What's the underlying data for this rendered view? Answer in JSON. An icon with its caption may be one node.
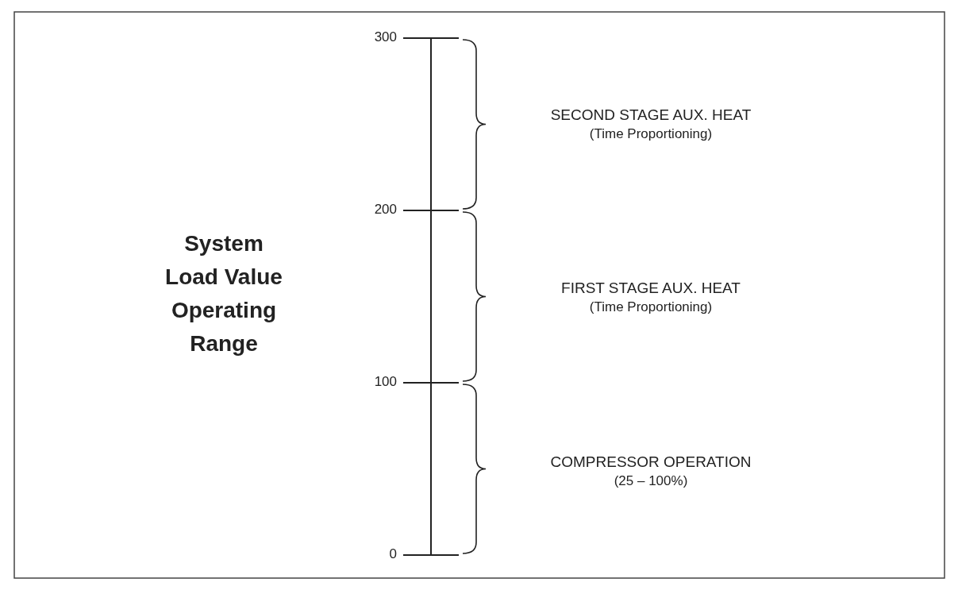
{
  "diagram": {
    "labels": [
      "300",
      "SECOND STAGE AUX. HEAT",
      "(Time Proportioning)",
      "200",
      "System Load Value Operating Range",
      "FIRST STAGE AUX. HEAT",
      "(Time Proportioning)",
      "100",
      "COMPRESSOR OPERATION",
      "(25 – 100%)",
      "0"
    ]
  }
}
